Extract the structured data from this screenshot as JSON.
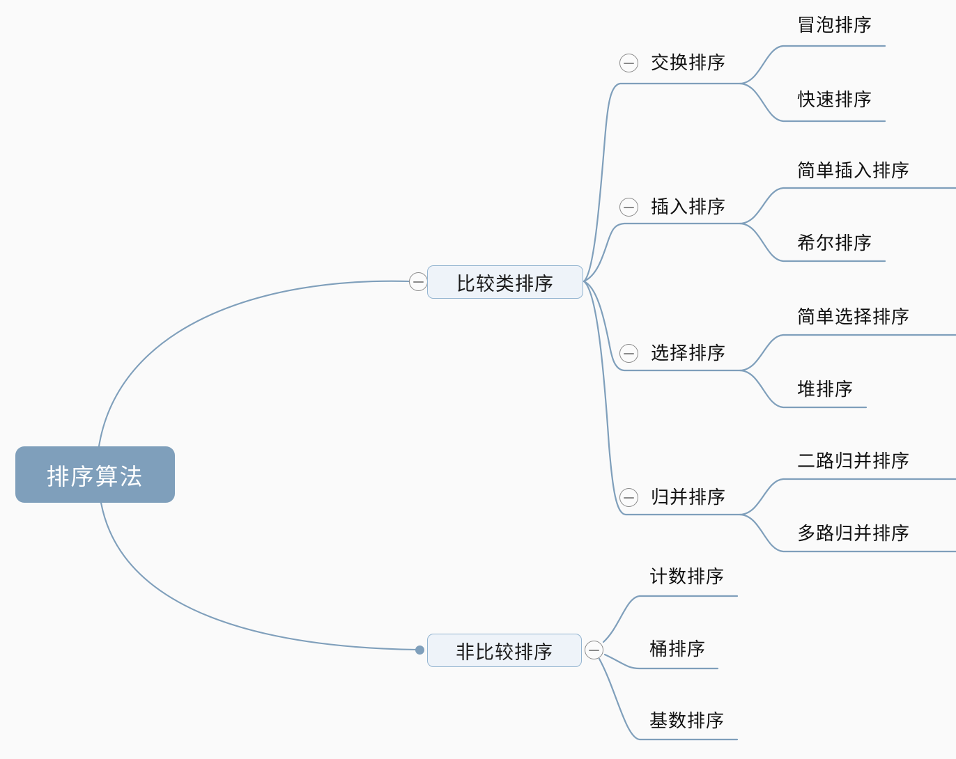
{
  "diagram": {
    "title": "排序算法",
    "type": "mindmap",
    "background_color": "#fafafa",
    "root_color": "#7f9fbb",
    "branch_fill_color": "#eef3f9",
    "branch_border_color": "#93b4d0",
    "link_color": "#7f9fbb",
    "collapse_icon_color": "#8a8a8a",
    "text_color": "#111111"
  },
  "root": {
    "label": "排序算法"
  },
  "branches": [
    {
      "id": "compare",
      "label": "比较类排序",
      "collapse_state": "expanded",
      "collapse_glyph": "−",
      "children": [
        {
          "label": "交换排序",
          "collapse_state": "expanded",
          "children": [
            {
              "label": "冒泡排序"
            },
            {
              "label": "快速排序"
            }
          ]
        },
        {
          "label": "插入排序",
          "collapse_state": "expanded",
          "children": [
            {
              "label": "简单插入排序"
            },
            {
              "label": "希尔排序"
            }
          ]
        },
        {
          "label": "选择排序",
          "collapse_state": "expanded",
          "children": [
            {
              "label": "简单选择排序"
            },
            {
              "label": "堆排序"
            }
          ]
        },
        {
          "label": "归并排序",
          "collapse_state": "expanded",
          "children": [
            {
              "label": "二路归并排序"
            },
            {
              "label": "多路归并排序"
            }
          ]
        }
      ]
    },
    {
      "id": "noncompare",
      "label": "非比较排序",
      "collapse_state": "expanded",
      "collapse_glyph": "−",
      "children": [
        {
          "label": "计数排序"
        },
        {
          "label": "桶排序"
        },
        {
          "label": "基数排序"
        }
      ]
    }
  ]
}
